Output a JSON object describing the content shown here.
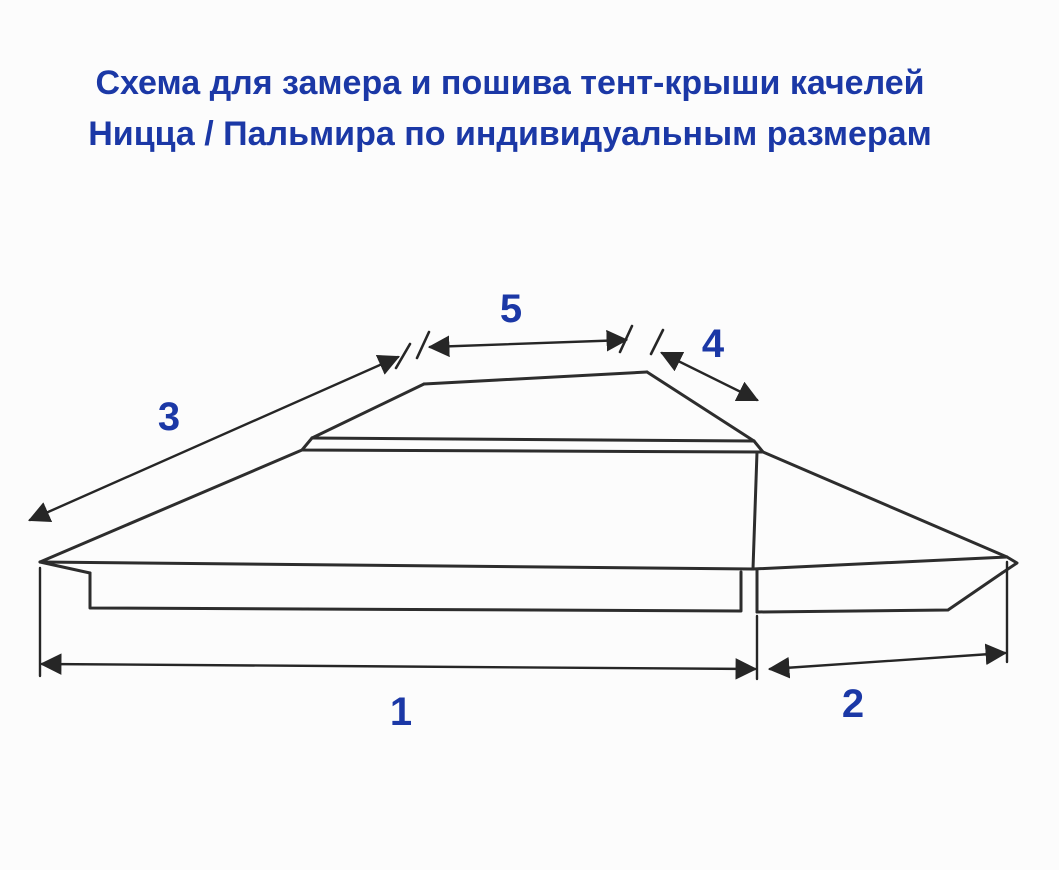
{
  "title": {
    "line1": "Схема для замера и пошива тент-крыши качелей",
    "line2": "Ницца / Пальмира по индивидуальным размерам"
  },
  "diagram": {
    "type": "measurement-schematic",
    "subject": "two-tier swing canopy tent roof",
    "labels": [
      "1",
      "2",
      "3",
      "4",
      "5"
    ]
  },
  "colors": {
    "title_text": "#1b38a6",
    "dimension_label": "#1b38a6",
    "line_art": "#2d2d2d",
    "background": "#fcfcfc"
  }
}
